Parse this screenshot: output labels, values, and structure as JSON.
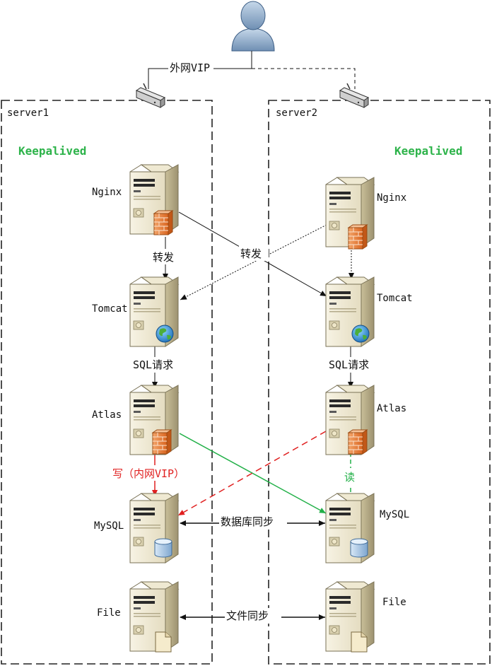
{
  "colors": {
    "keepalived": "#2db34a",
    "write_arrow": "#e02020",
    "read_arrow": "#22b048",
    "border": "#222222",
    "line": "#111111"
  },
  "labels": {
    "vip_external": "外网VIP",
    "server1": "server1",
    "server2": "server2",
    "keepalived_left": "Keepalived",
    "keepalived_right": "Keepalived",
    "nginx_left": "Nginx",
    "nginx_right": "Nginx",
    "tomcat_left": "Tomcat",
    "tomcat_right": "Tomcat",
    "atlas_left": "Atlas",
    "atlas_right": "Atlas",
    "mysql_left": "MySQL",
    "mysql_right": "MySQL",
    "file_left": "File",
    "file_right": "File",
    "forward_left": "转发",
    "forward_cross": "转发",
    "sql_left": "SQL请求",
    "sql_right": "SQL请求",
    "write": "写（内网VIP）",
    "read": "读",
    "db_sync": "数据库同步",
    "file_sync": "文件同步"
  },
  "icons": {
    "user": "user-icon",
    "router": "router-icon",
    "server": "server-icon",
    "firewall": "firewall-badge-icon",
    "globe": "globe-badge-icon",
    "database": "database-badge-icon",
    "file": "file-badge-icon"
  }
}
